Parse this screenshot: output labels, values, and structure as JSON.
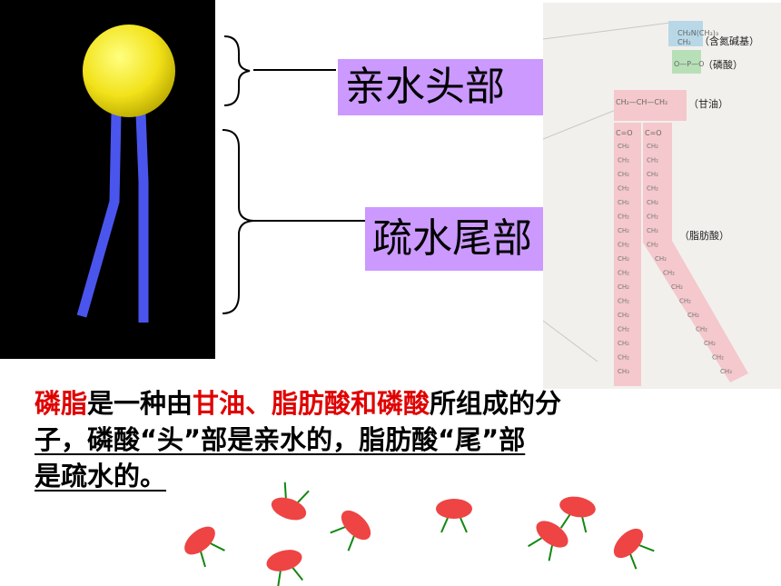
{
  "labels": {
    "head": "亲水头部",
    "tail": "疏水尾部"
  },
  "formula": {
    "base": "（含氮碱基）",
    "phosphate": "（磷酸）",
    "glycerol": "（甘油）",
    "fatty_acid": "（脂肪酸）",
    "phosphate_group": "O—P—O",
    "glycerol_chain": "CH₂—CH—CH₂",
    "carbonyl": "C=O",
    "ch2": "CH₂",
    "ch3": "CH₃"
  },
  "caption": {
    "p1": "磷脂",
    "p2": "是一种由",
    "p3": "甘油、脂肪酸和磷酸",
    "p4": "所组成的分",
    "p5": "子，磷酸“头”部是亲水的，脂肪酸“尾”部",
    "p6": "是疏水的。"
  },
  "colors": {
    "head_ball": "#ffee22",
    "tails": "#4a55ee",
    "label_bg": "#cc99ff",
    "highlight_text": "#e00000",
    "molecule_head": "#ee4444",
    "molecule_tail": "#118811"
  }
}
